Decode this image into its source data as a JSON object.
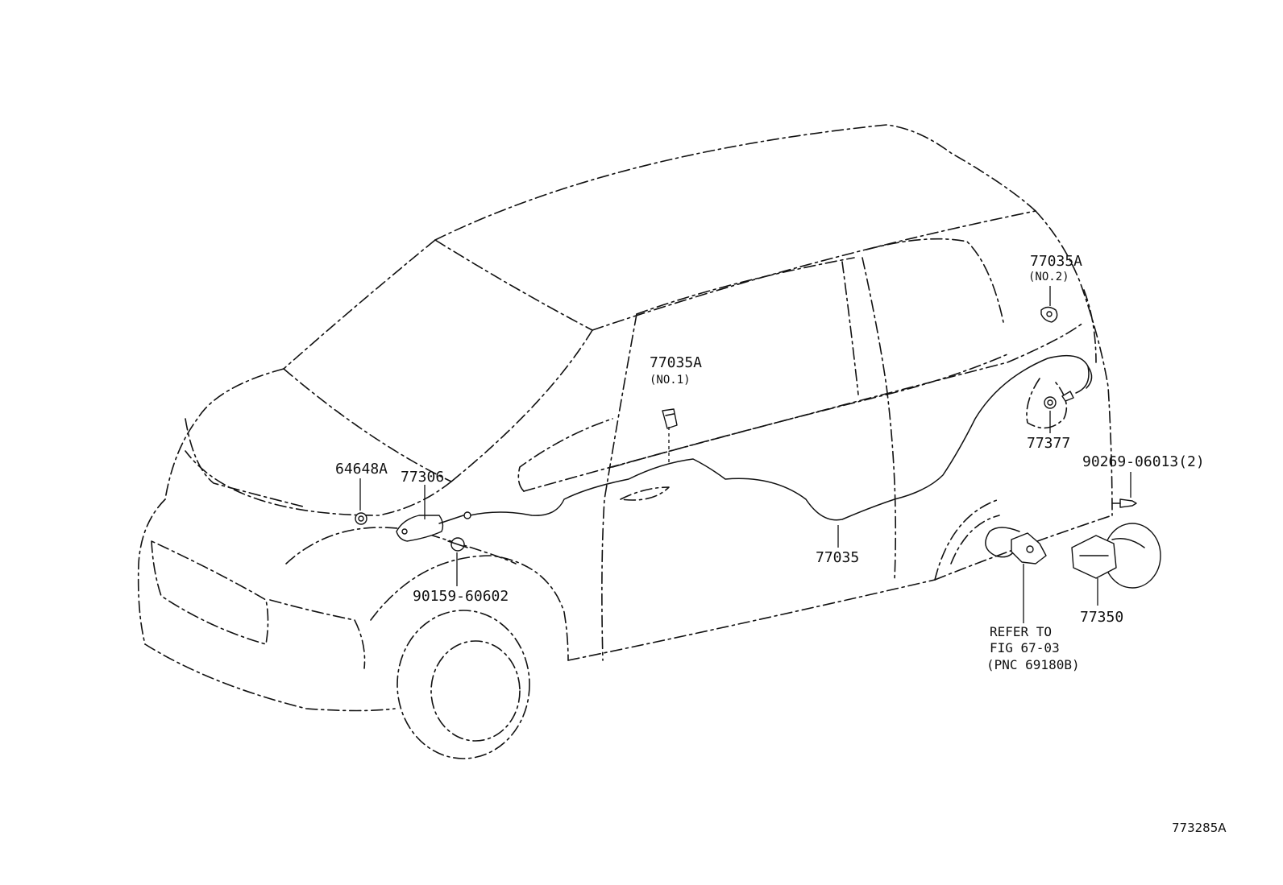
{
  "labels": {
    "p64648A": "64648A",
    "p77306": "77306",
    "p90159": "90159-60602",
    "p77035A_1": "77035A",
    "p77035A_1_sub": "(NO.1)",
    "p77035": "77035",
    "p77035A_2": "77035A",
    "p77035A_2_sub": "(NO.2)",
    "p77377": "77377",
    "p90269": "90269-06013(2)",
    "p77350": "77350",
    "ref_line1": "REFER TO",
    "ref_line2": "FIG 67-03",
    "ref_line3": "(PNC 69180B)"
  },
  "illustration_id": "773285A"
}
